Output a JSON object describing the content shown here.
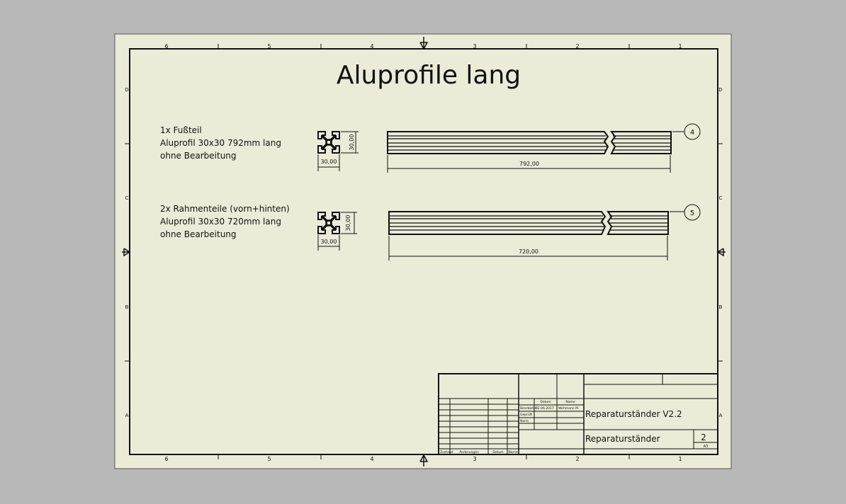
{
  "title": "Aluprofile lang",
  "frame": {
    "columns": [
      "6",
      "5",
      "4",
      "3",
      "2",
      "1"
    ],
    "rows": [
      "D",
      "C",
      "B",
      "A"
    ]
  },
  "parts": [
    {
      "lines": [
        "1x Fußteil",
        "Aluprofil 30x30 792mm lang",
        "ohne Bearbeitung"
      ],
      "profile_width": "30,00",
      "profile_height": "30,00",
      "length_dim": "792,00",
      "balloon": "4"
    },
    {
      "lines": [
        "2x Rahmenteile (vorn+hinten)",
        "Aluprofil 30x30 720mm lang",
        "ohne Bearbeitung"
      ],
      "profile_width": "30,00",
      "profile_height": "30,00",
      "length_dim": "720,00",
      "balloon": "5"
    }
  ],
  "title_block": {
    "col_datum": "Datum",
    "col_name": "Name",
    "row_bearb": "Bearbeitet",
    "row_gepr": "Geprüft",
    "row_norm": "Norm",
    "bearb_datum": "02.06.2017",
    "bearb_name": "Wohmann M.",
    "footer_zustand": "Zustand",
    "footer_aenderung": "Änderungen",
    "footer_datum": "Datum",
    "footer_name": "Name",
    "project": "Reparaturständer V2.2",
    "drawing_name": "Reparaturständer",
    "sheet_number": "2",
    "format": "A3"
  }
}
